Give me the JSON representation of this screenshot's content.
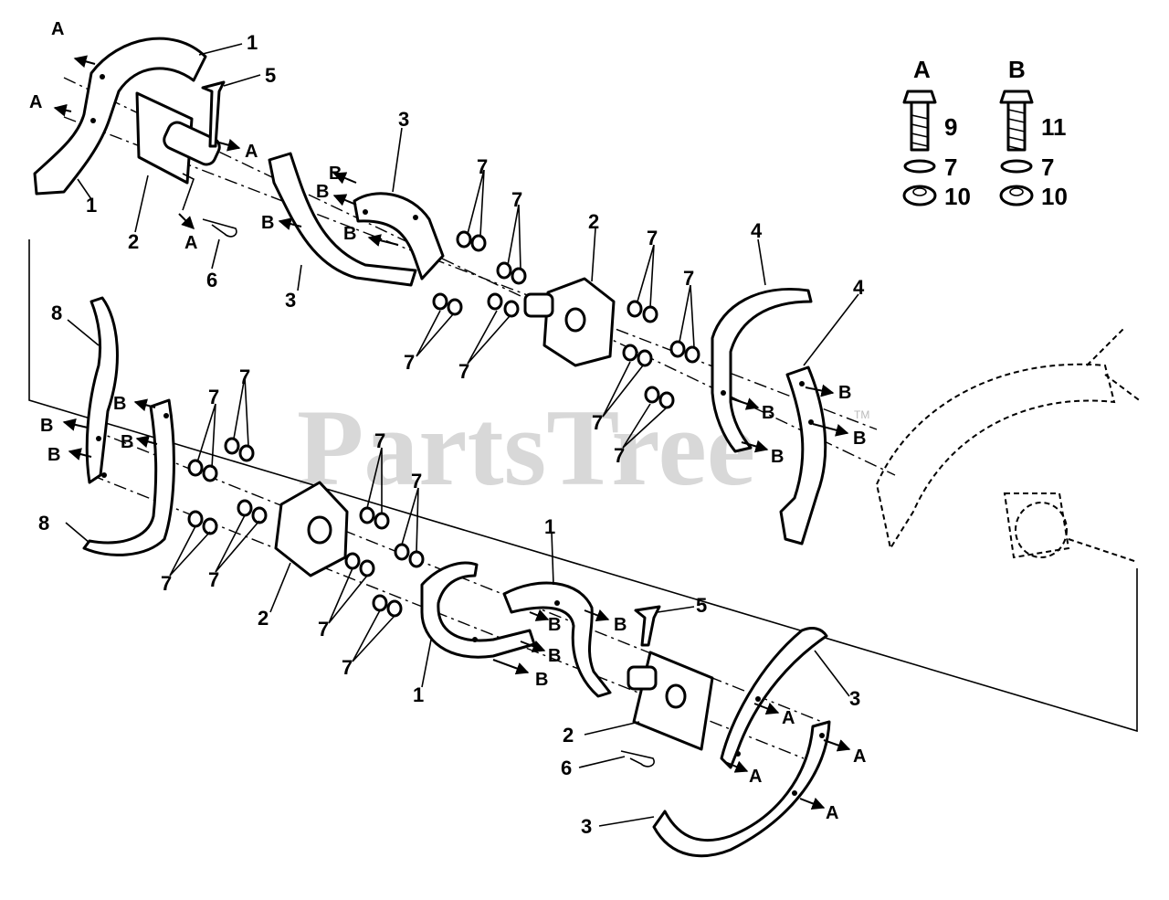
{
  "watermark": {
    "brand": "PartsTree",
    "tm": "TM"
  },
  "legend": {
    "a": {
      "letter": "A",
      "bolt": "9",
      "washer": "7",
      "nut": "10"
    },
    "b": {
      "letter": "B",
      "bolt": "11",
      "washer": "7",
      "nut": "10"
    }
  },
  "callouts": {
    "n1": "1",
    "n2": "2",
    "n3": "3",
    "n4": "4",
    "n5": "5",
    "n6": "6",
    "n7": "7",
    "n8": "8",
    "a": "A",
    "b": "B"
  }
}
